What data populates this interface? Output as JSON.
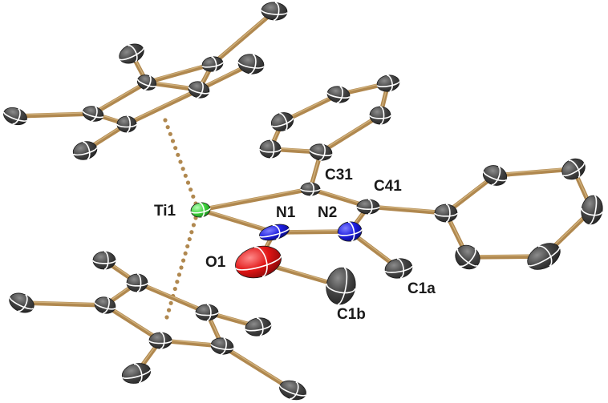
{
  "colors": {
    "carbon": "#3a3a3a",
    "carbon_light": "#7a7a7a",
    "titanium": "#3cd23c",
    "nitrogen": "#1c1ce0",
    "oxygen": "#e01515",
    "bond": "#b0884f",
    "background": "#ffffff"
  },
  "labels": {
    "ti1": "Ti1",
    "n1": "N1",
    "n2": "N2",
    "o1": "O1",
    "c31": "C31",
    "c41": "C41",
    "c1a": "C1a",
    "c1b": "C1b"
  }
}
